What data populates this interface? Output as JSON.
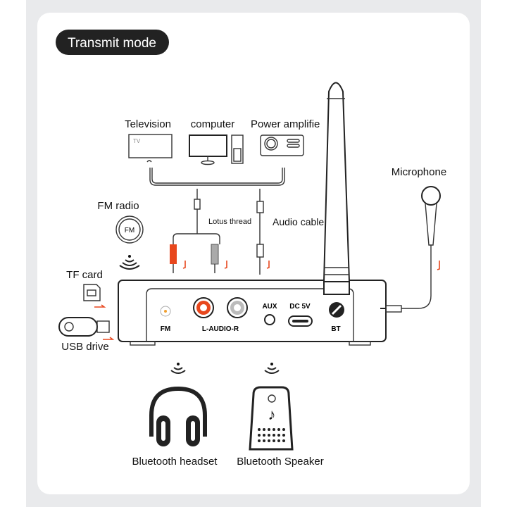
{
  "mode_badge": "Transmit mode",
  "sources": {
    "television": "Television",
    "tv_screen": "TV",
    "computer": "computer",
    "power_amplifier": "Power amplifie"
  },
  "cables": {
    "lotus": "Lotus thread",
    "audio": "Audio cable"
  },
  "inputs": {
    "fm_radio": "FM radio",
    "fm_icon": "FM",
    "tf_card": "TF card",
    "usb_drive": "USB drive",
    "microphone": "Microphone"
  },
  "ports": {
    "fm": "FM",
    "audio": "L-AUDIO-R",
    "aux": "AUX",
    "dc": "DC 5V",
    "bt": "BT"
  },
  "outputs": {
    "headset": "Bluetooth headset",
    "speaker": "Bluetooth Speaker"
  },
  "colors": {
    "accent": "#e8471d",
    "badge": "#222222",
    "background": "#e9eaec"
  }
}
